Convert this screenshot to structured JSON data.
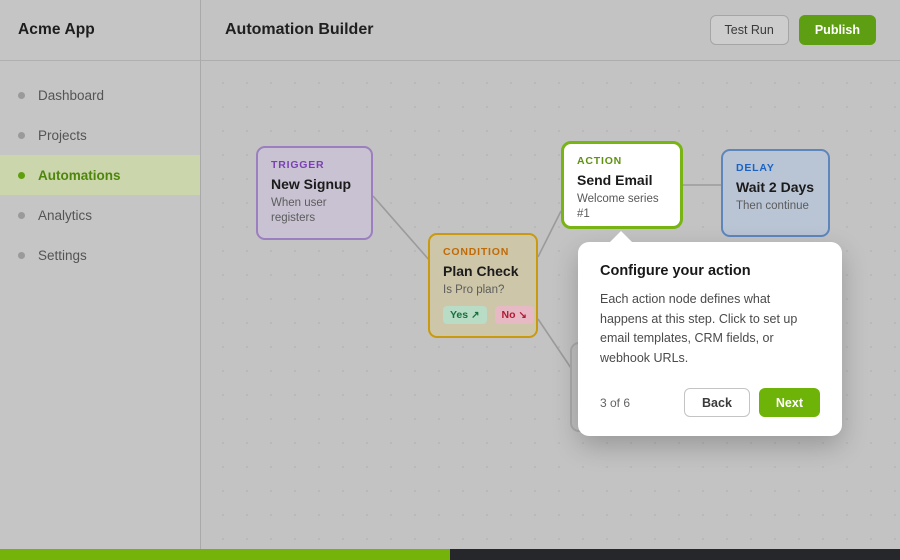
{
  "sidebar": {
    "brand": "Acme App",
    "items": [
      {
        "label": "Dashboard",
        "icon": "dot-icon",
        "active": false
      },
      {
        "label": "Projects",
        "icon": "dot-icon",
        "active": false
      },
      {
        "label": "Automations",
        "icon": "dot-icon",
        "active": true
      },
      {
        "label": "Analytics",
        "icon": "dot-icon",
        "active": false
      },
      {
        "label": "Settings",
        "icon": "dot-icon",
        "active": false
      }
    ]
  },
  "header": {
    "title": "Automation Builder",
    "test_run_label": "Test Run",
    "publish_label": "Publish"
  },
  "canvas": {
    "nodes": {
      "trigger": {
        "kind": "TRIGGER",
        "title": "New Signup",
        "subtitle": "When user registers",
        "accent": "#7b3fb5"
      },
      "condition": {
        "kind": "CONDITION",
        "title": "Plan Check",
        "subtitle": "Is Pro plan?",
        "accent": "#c06a08",
        "branches": [
          {
            "label": "Yes",
            "arrow": "↗",
            "icon": "arrow-up-right-icon",
            "color": "#17713c"
          },
          {
            "label": "No",
            "arrow": "↘",
            "icon": "arrow-down-right-icon",
            "color": "#b01b35"
          }
        ]
      },
      "action": {
        "kind": "ACTION",
        "title": "Send Email",
        "subtitle": "Welcome series #1",
        "accent": "#5f9210",
        "selected": true
      },
      "delay": {
        "kind": "DELAY",
        "title": "Wait 2 Days",
        "subtitle": "Then continue",
        "accent": "#1a63c4"
      }
    }
  },
  "popover": {
    "title": "Configure your action",
    "body": "Each action node defines what happens at this step. Click to set up email templates, CRM fields, or webhook URLs.",
    "step": "3 of 6",
    "back_label": "Back",
    "next_label": "Next"
  },
  "progress": {
    "percent": 50,
    "fill_color": "#76b30a",
    "track_color": "#26272a"
  }
}
